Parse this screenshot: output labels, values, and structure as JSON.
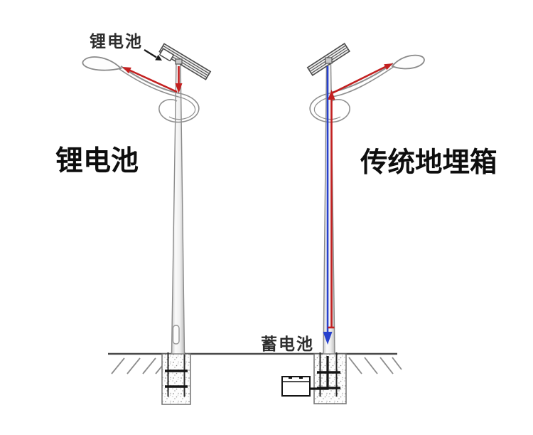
{
  "labels": {
    "pole_top_battery": "锂电池",
    "left_heading": "锂电池",
    "right_heading": "传统地埋箱",
    "buried_battery": "蓄电池"
  },
  "colors": {
    "discharge_arrow_red": "#c32020",
    "charge_arrow_blue": "#2741cd",
    "annotation_black": "#1c1c1c",
    "pole_gray": "#8a8a8a",
    "panel_dark": "#4c4c4c",
    "ground_line": "#4a4a4a",
    "rebar_black": "#141414",
    "background": "#ffffff"
  }
}
